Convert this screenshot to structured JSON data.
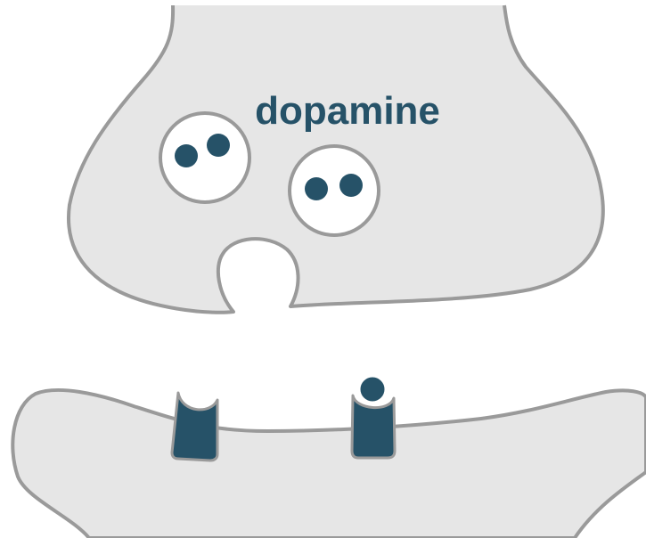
{
  "diagram": {
    "label": "dopamine",
    "colors": {
      "membrane_fill": "#e6e6e6",
      "membrane_stroke": "#9a9a9a",
      "molecule": "#265268",
      "vesicle_fill": "#ffffff",
      "background": "#ffffff"
    },
    "structures": {
      "presynaptic_terminal": {
        "vesicles": 2,
        "molecules_per_vesicle": 2
      },
      "postsynaptic_membrane": {
        "receptors": 2,
        "bound_receptors": 1
      }
    }
  }
}
